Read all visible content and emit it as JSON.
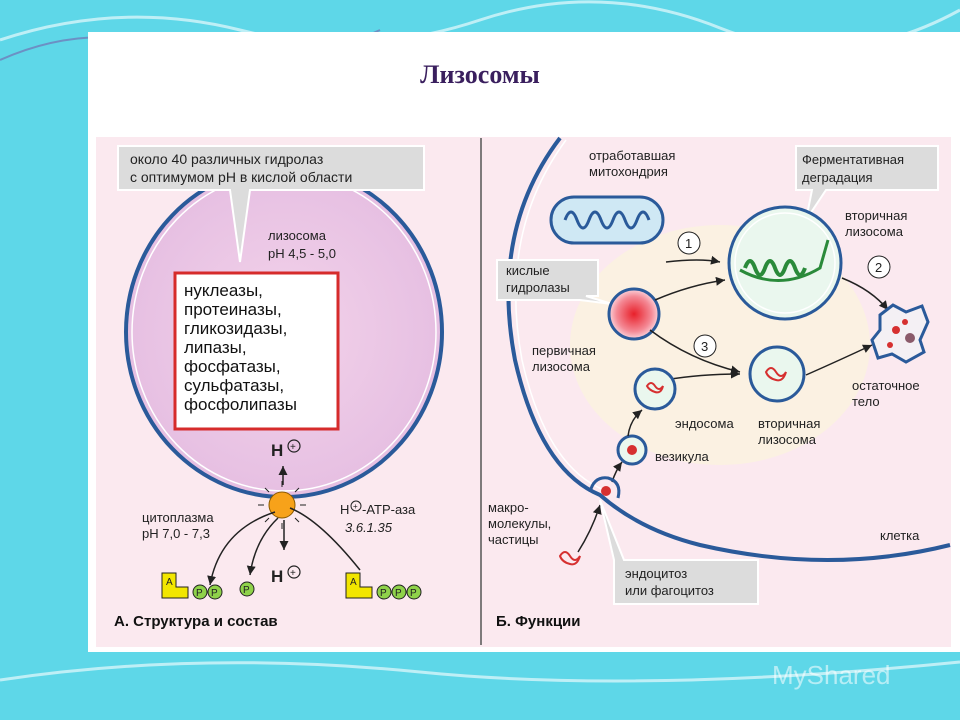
{
  "title": "Лизосомы",
  "panel_a": {
    "callout_line1": "около 40 различных гидролаз",
    "callout_line2": "с оптимумом рН в кислой области",
    "lysosome_label": "лизосома",
    "lysosome_ph": "pH 4,5 - 5,0",
    "enzymes": [
      "нуклеазы,",
      "протеиназы,",
      "гликозидазы,",
      "липазы,",
      "фосфатазы,",
      "сульфатазы,",
      "фосфолипазы"
    ],
    "h_ion": "H",
    "plus": "+",
    "cytoplasm_label": "цитоплазма",
    "cytoplasm_ph": "pH 7,0 - 7,3",
    "atpase_label": "-ATP-аза",
    "atpase_ec": "3.6.1.35",
    "adenine": "A",
    "phosphate": "P",
    "caption": "А. Структура и состав"
  },
  "panel_b": {
    "mito_label1": "отработавшая",
    "mito_label2": "митохондрия",
    "degradation_line1": "Ферментативная",
    "degradation_line2": "деградация",
    "secondary1_line1": "вторичная",
    "secondary1_line2": "лизосома",
    "acid_line1": "кислые",
    "acid_line2": "гидролазы",
    "primary_line1": "первичная",
    "primary_line2": "лизосома",
    "step1": "1",
    "step2": "2",
    "step3": "3",
    "residual_line1": "остаточное",
    "residual_line2": "тело",
    "endosome": "эндосома",
    "secondary2_line1": "вторичная",
    "secondary2_line2": "лизосома",
    "vesicle": "везикула",
    "macro_line1": "макро-",
    "macro_line2": "молекулы,",
    "macro_line3": "частицы",
    "cell": "клетка",
    "endocytosis_line1": "эндоцитоз",
    "endocytosis_line2": "или фагоцитоз",
    "caption": "Б. Функции"
  },
  "watermark": "MyShared",
  "colors": {
    "background": "#5ed7e8",
    "panel": "#fbe9ef",
    "membrane": "#2a5a9a",
    "enzyme_box": "#d62b2b",
    "callout": "#dcdcdc",
    "atpase": "#f7a21a",
    "adp_yellow": "#f2e600",
    "phosphate_green": "#8fd24a",
    "title": "#3a1f5e"
  }
}
